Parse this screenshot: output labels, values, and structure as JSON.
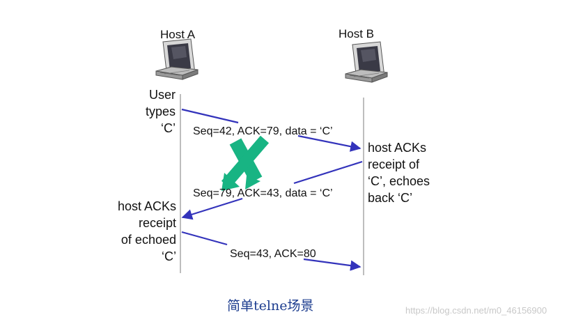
{
  "hosts": {
    "a": {
      "label": "Host A"
    },
    "b": {
      "label": "Host B"
    }
  },
  "notes": {
    "user_types": [
      "User",
      "types",
      "‘C’"
    ],
    "host_b_ack": [
      "host ACKs",
      "receipt of",
      "‘C’, echoes",
      "back ‘C’"
    ],
    "host_a_ack": [
      "host ACKs",
      "receipt",
      "of echoed",
      "‘C’"
    ]
  },
  "messages": {
    "m1": "Seq=42, ACK=79, data = ‘C’",
    "m2": "Seq=79, ACK=43, data = ‘C’",
    "m3": "Seq=43, ACK=80"
  },
  "caption": "简单telne场景",
  "watermark": "https://blog.csdn.net/m0_46156900",
  "colors": {
    "arrow": "#3333bb",
    "cross": "#18b483",
    "caption": "#1d3d8f"
  }
}
